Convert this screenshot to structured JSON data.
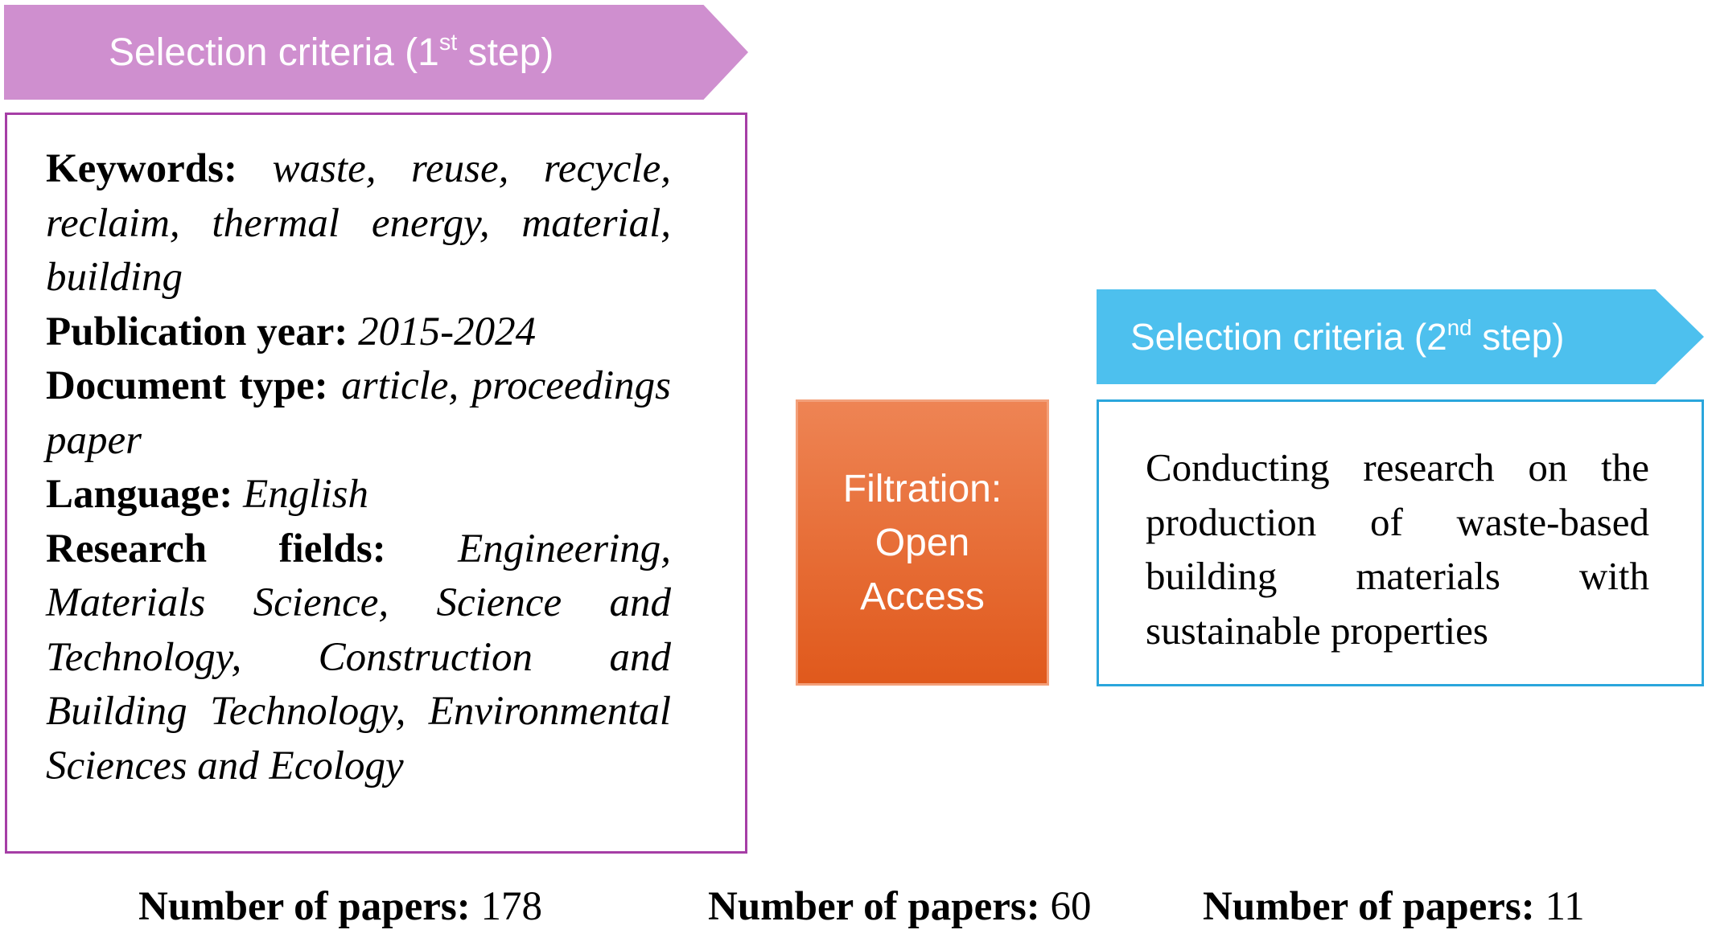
{
  "colors": {
    "step1_banner": "#cf8fcf",
    "step1_border": "#a63ea6",
    "filter_top": "#ee8454",
    "filter_bottom": "#e0591c",
    "step2_banner": "#4dc0ee",
    "step2_border": "#2aa6dc"
  },
  "step1": {
    "banner_prefix": "Selection criteria (1",
    "banner_sup": "st",
    "banner_suffix": " step)",
    "criteria": [
      {
        "label": "Keywords:",
        "value": "waste, reuse, recycle, reclaim, thermal energy, material, building"
      },
      {
        "label": "Publication year:",
        "value": "2015-2024"
      },
      {
        "label": "Document type:",
        "value": "article, proceedings paper"
      },
      {
        "label": "Language:",
        "value": "English"
      },
      {
        "label": "Research fields:",
        "value": "Engineering, Materials Science, Science and Technology, Construction and Building Technology, Environmental Sciences and Ecology"
      }
    ],
    "count_label": "Number of papers:",
    "count_value": "178"
  },
  "filter": {
    "line1": "Filtration:",
    "line2": "Open",
    "line3": "Access",
    "count_label": "Number of papers:",
    "count_value": "60"
  },
  "step2": {
    "banner_prefix": "Selection criteria (2",
    "banner_sup": "nd",
    "banner_suffix": " step)",
    "text": "Conducting research on the production of waste-based building materials with sustainable properties",
    "count_label": "Number of papers:",
    "count_value": "11"
  }
}
